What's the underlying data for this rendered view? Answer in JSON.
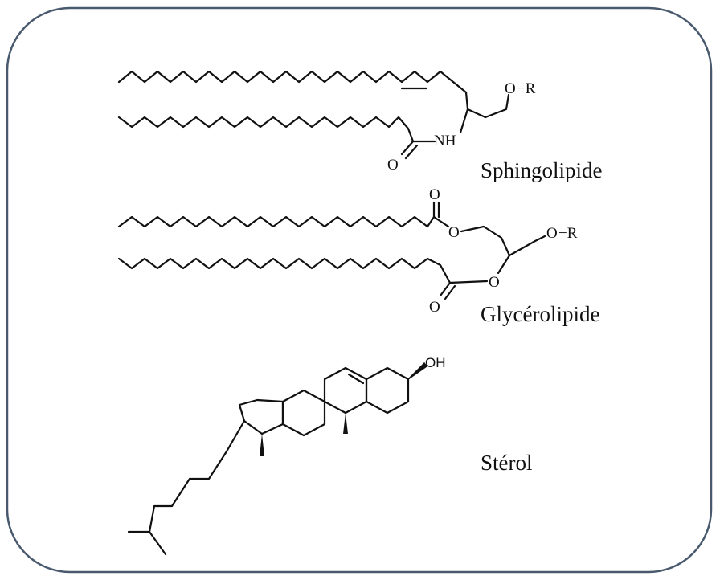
{
  "frame": {
    "border_color": "#4a5a6e"
  },
  "molecules": {
    "sphingolipide": {
      "label": "Sphingolipide",
      "atoms": {
        "ether_o": "O",
        "r_dash": "−R",
        "amide_n": "NH",
        "carbonyl_o": "O"
      }
    },
    "glycerolipide": {
      "label": "Glycérolipide",
      "atoms": {
        "carbonyl_o_top": "O",
        "ester_o_top": "O",
        "ether_o": "O",
        "r_dash": "−R",
        "ester_o_bottom": "O",
        "carbonyl_o_bottom": "O"
      }
    },
    "sterol": {
      "label": "Stérol",
      "atoms": {
        "hydroxyl": "OH"
      }
    }
  }
}
